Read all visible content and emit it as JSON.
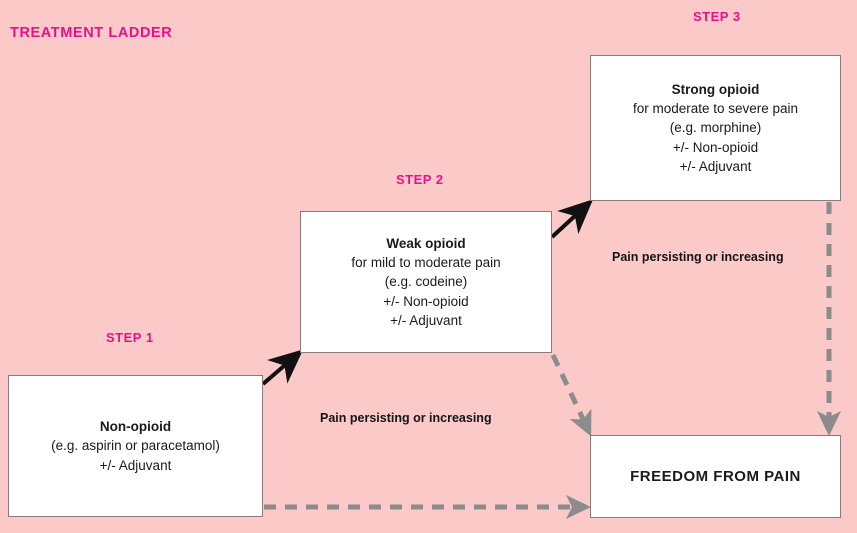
{
  "diagram": {
    "title": "TREATMENT LADDER",
    "accent_color": "#ec0f8c",
    "background_color": "#fac9c8",
    "box_border_color": "#8b7a79",
    "solid_arrow_color": "#111111",
    "dashed_arrow_color": "#8c8c8c"
  },
  "steps": [
    {
      "label": "STEP 1",
      "title": "Non-opioid",
      "lines": [
        "(e.g. aspirin or paracetamol)",
        "+/- Adjuvant"
      ]
    },
    {
      "label": "STEP 2",
      "title": "Weak opioid",
      "lines": [
        "for mild to moderate pain",
        "(e.g. codeine)",
        "+/- Non-opioid",
        "+/- Adjuvant"
      ]
    },
    {
      "label": "STEP 3",
      "title": "Strong opioid",
      "lines": [
        "for moderate to severe pain",
        "(e.g. morphine)",
        "+/- Non-opioid",
        "+/- Adjuvant"
      ]
    }
  ],
  "outcome": {
    "title": "FREEDOM FROM PAIN"
  },
  "flow_labels": {
    "lower": "Pain persisting or increasing",
    "upper": "Pain persisting or increasing"
  }
}
